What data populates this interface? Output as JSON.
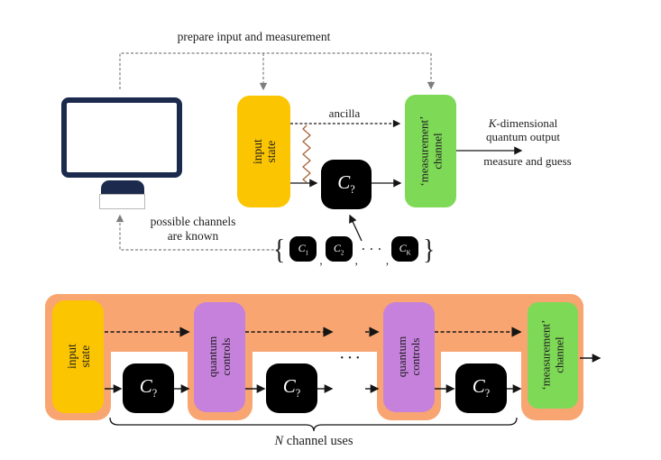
{
  "colors": {
    "yellow": "#fcc502",
    "green": "#7ed957",
    "purple": "#c681dc",
    "orange": "#f8a571",
    "channel_black": "#000000",
    "monitor_navy": "#1c2b4d",
    "entangle_brown": "#a9633c",
    "dash_gray": "#7d7d7d",
    "text": "#1d1d1d"
  },
  "top_panel": {
    "prepare_label": "prepare input and measurement",
    "ancilla_label": "ancilla",
    "input_state": {
      "line1": "input",
      "line2": "state"
    },
    "unknown_channel": {
      "symbol": "C",
      "subscript": "?"
    },
    "measurement_channel": {
      "line1": "‘measurement’",
      "line2": "channel"
    },
    "output": {
      "k": "K",
      "line1_rest": "-dimensional",
      "line2": "quantum output",
      "action": "measure and guess"
    },
    "known": {
      "line1": "possible channels",
      "line2": "are known"
    },
    "channel_set": {
      "open": "{",
      "close": "}",
      "comma": ",",
      "dots": "· · ·",
      "items": [
        {
          "symbol": "C",
          "subscript": "1"
        },
        {
          "symbol": "C",
          "subscript": "2"
        },
        {
          "symbol": "C",
          "subscript": "K"
        }
      ]
    }
  },
  "bottom_panel": {
    "input_state": {
      "line1": "input",
      "line2": "state"
    },
    "quantum_controls": {
      "line1": "quantum",
      "line2": "controls"
    },
    "unknown_channel": {
      "symbol": "C",
      "subscript": "?"
    },
    "measurement_channel": {
      "line1": "‘measurement’",
      "line2": "channel"
    },
    "dots": "· · ·",
    "brace": {
      "n": "N",
      "rest": " channel uses"
    }
  }
}
